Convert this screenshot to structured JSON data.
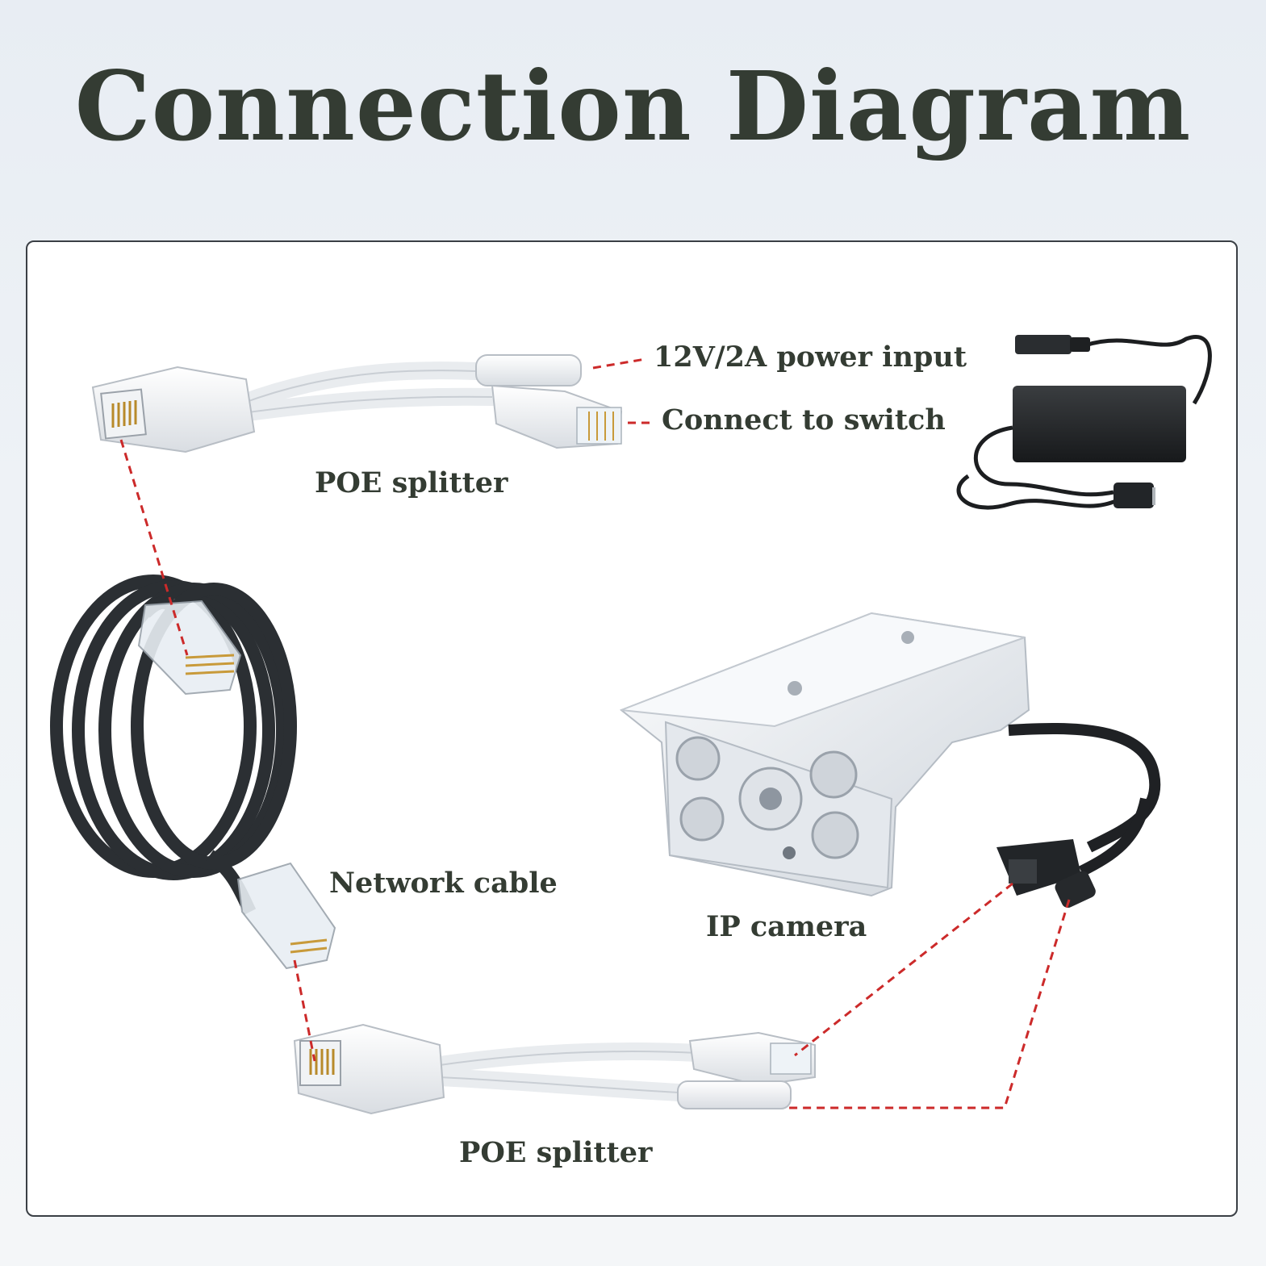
{
  "title": "Connection Diagram",
  "labels": {
    "power_input": "12V/2A power input",
    "connect_switch": "Connect to switch",
    "poe_splitter_top": "POE splitter",
    "network_cable": "Network cable",
    "ip_camera": "IP camera",
    "poe_splitter_bottom": "POE splitter"
  },
  "colors": {
    "title": "#343c33",
    "dashed_line": "#cc2a2a",
    "panel_border": "#3a3f45"
  }
}
